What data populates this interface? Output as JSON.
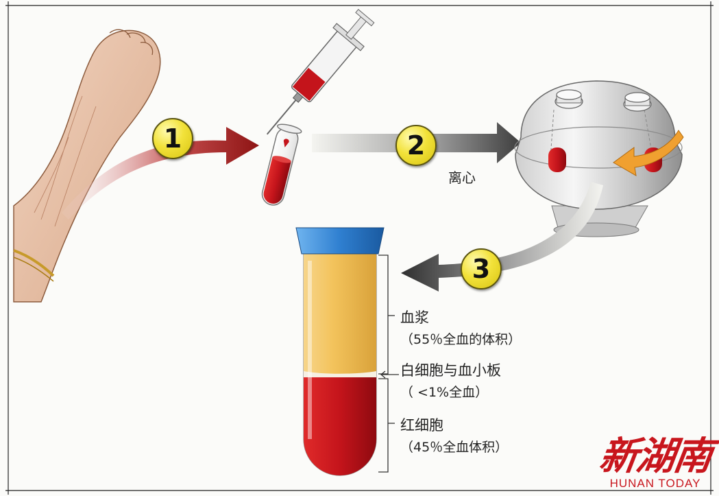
{
  "steps": {
    "step1": "1",
    "step2": "2",
    "step3": "3"
  },
  "centrifuge_label": "离心",
  "layers": {
    "plasma": {
      "name": "血浆",
      "detail": "（55％全血的体积）"
    },
    "buffy": {
      "name": "白细胞与血小板",
      "detail": "（ <1%全血）"
    },
    "rbc": {
      "name": "红细胞",
      "detail": "（45％全血体积）"
    }
  },
  "logo": {
    "chinese": "新湖南",
    "english": "HUNAN TODAY"
  },
  "colors": {
    "plasma": "#f2c868",
    "blood": "#c4141b",
    "cap": "#2f7fd0",
    "badge": "#f2e23a",
    "logo": "#c8161d"
  }
}
